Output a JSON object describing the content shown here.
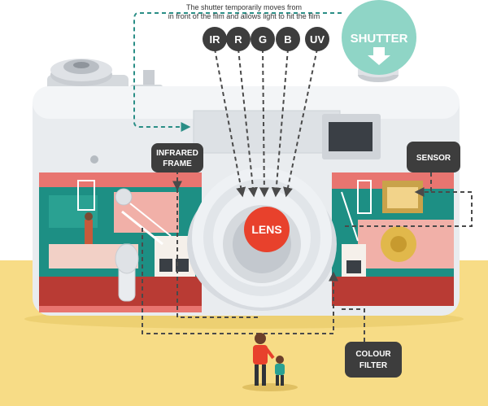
{
  "caption": {
    "line1": "The shutter temporarily moves from",
    "line2": "in front of the film and allows light to hit the film"
  },
  "wavelengths": [
    "IR",
    "R",
    "G",
    "B",
    "UV"
  ],
  "labels": {
    "shutter": "SHUTTER",
    "lens": "LENS",
    "infrared_frame_line1": "INFRARED",
    "infrared_frame_line2": "FRAME",
    "sensor": "SENSOR",
    "colour_filter_line1": "COLOUR",
    "colour_filter_line2": "FILTER"
  },
  "colors": {
    "camera_body": "#e9ecef",
    "lens_red": "#e8412c",
    "shutter_teal": "#8fd5c6",
    "label_dark": "#3d3d3d",
    "ground_yellow": "#f7dc86",
    "scene_teal": "#1d8f84",
    "scene_pink": "#e87570",
    "arrow_teal": "#2a8e86"
  }
}
